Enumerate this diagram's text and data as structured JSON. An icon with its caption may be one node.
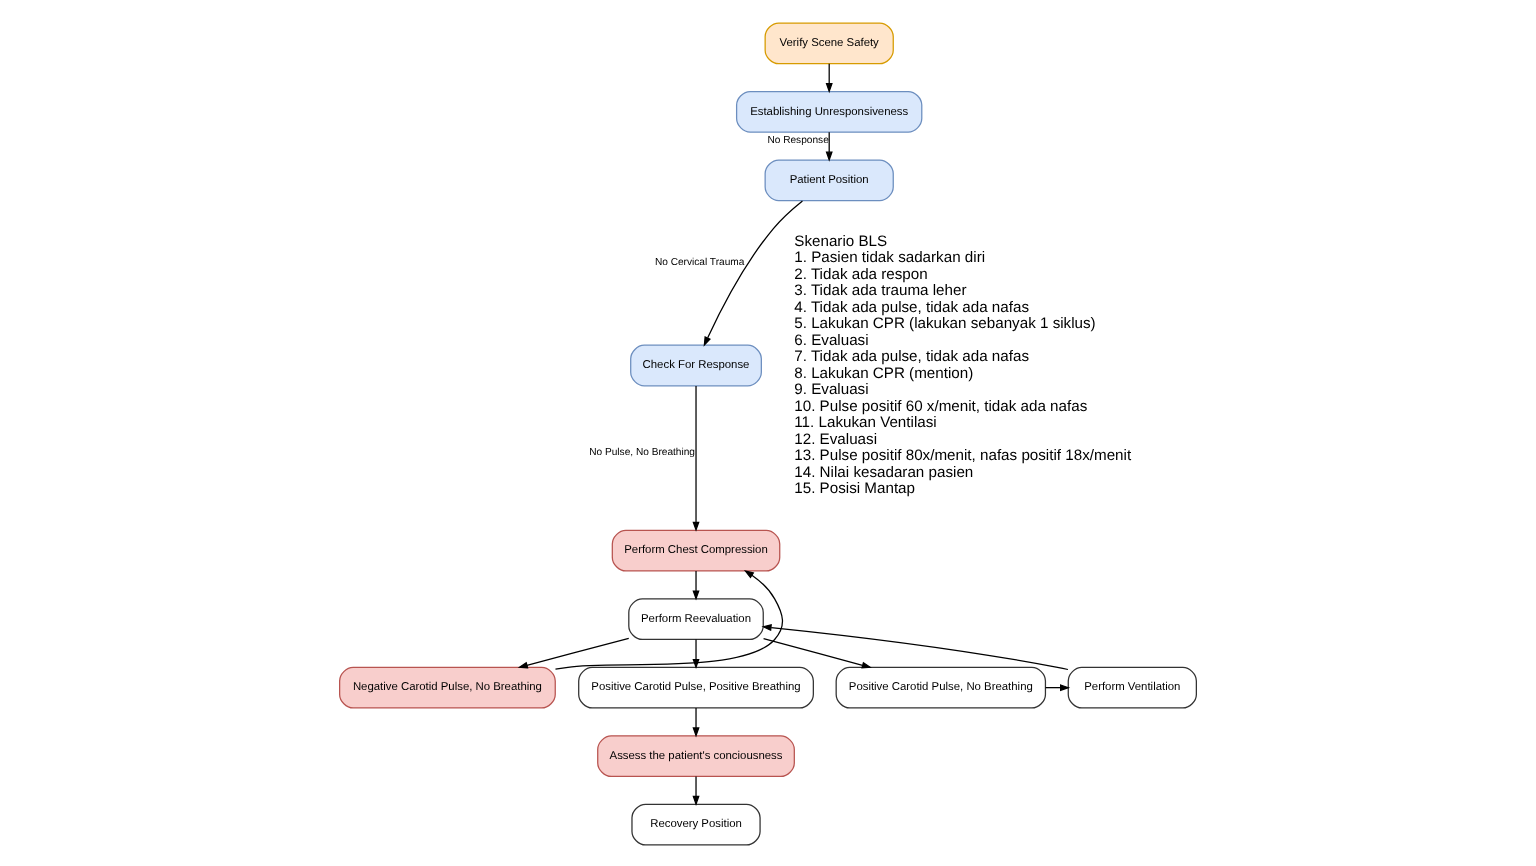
{
  "diagram": {
    "nodes": [
      {
        "text": [
          "Verify Scene Safety"
        ]
      },
      {
        "text": [
          "Establishing Unresponsiveness"
        ]
      },
      {
        "text": [
          "Patient Position"
        ]
      },
      {
        "text": [
          "Check For Response"
        ]
      },
      {
        "text": [
          "Perform Chest Compression"
        ]
      },
      {
        "text": [
          "Perform Reevaluation"
        ]
      },
      {
        "text": [
          "Negative Carotid Pulse, No Breathing"
        ]
      },
      {
        "text": [
          "Positive Carotid Pulse, Positive Breathing"
        ]
      },
      {
        "text": [
          "Positive Carotid Pulse, No Breathing"
        ]
      },
      {
        "text": [
          "Perform Ventilation"
        ]
      },
      {
        "text": [
          "Assess the patient's conciousness"
        ]
      },
      {
        "text": [
          "Recovery Position"
        ]
      }
    ],
    "edges": [
      {
        "from": 0,
        "to": 1,
        "arrow": "to"
      },
      {
        "from": 1,
        "to": 2,
        "arrow": "to",
        "label": "No Response"
      },
      {
        "from": 2,
        "to": 3,
        "arrow": "to",
        "label": "No Cervical Trauma"
      },
      {
        "from": 3,
        "to": 4,
        "arrow": "to",
        "label": "No Pulse, No Breathing"
      },
      {
        "from": 4,
        "to": 5,
        "arrow": "to"
      },
      {
        "from": 5,
        "to": 6,
        "arrow": "to"
      },
      {
        "from": 5,
        "to": 7,
        "arrow": "to"
      },
      {
        "from": 5,
        "to": 8,
        "arrow": "to"
      },
      {
        "from": 8,
        "to": 9,
        "arrow": "to"
      },
      {
        "from": 9,
        "to": 5,
        "arrow": "to"
      },
      {
        "from": 6,
        "to": 4,
        "arrow": "to"
      },
      {
        "from": 7,
        "to": 10,
        "arrow": "to"
      },
      {
        "from": 10,
        "to": 11,
        "arrow": "to"
      }
    ],
    "labels": [
      "Skenario BLS",
      "1. Pasien tidak sadarkan diri",
      "2. Tidak ada respon",
      "3. Tidak ada trauma leher",
      "4. Tidak ada pulse, tidak ada nafas",
      "5. Lakukan CPR (lakukan sebanyak 1 siklus)",
      "6. Evaluasi",
      "7. Tidak ada pulse, tidak ada nafas",
      "8. Lakukan CPR (mention)",
      "9. Evaluasi",
      "10. Pulse positif 60 x/menit, tidak ada nafas",
      "11. Lakukan Ventilasi",
      "12. Evaluasi",
      "13. Pulse positif 80x/menit, nafas positif 18x/menit",
      "14. Nilai kesadaran pasien",
      "15. Posisi Mantap"
    ]
  }
}
